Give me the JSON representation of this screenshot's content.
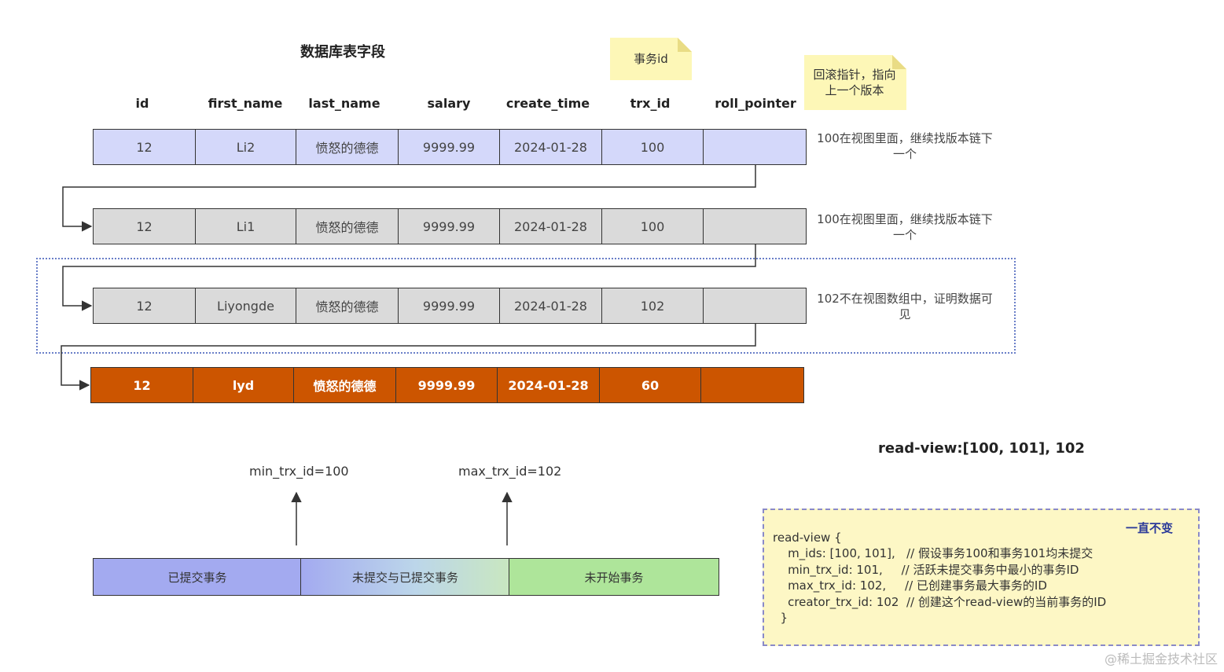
{
  "title": "数据库表字段",
  "headers": [
    "id",
    "first_name",
    "last_name",
    "salary",
    "create_time",
    "trx_id",
    "roll_pointer"
  ],
  "rows": [
    [
      "12",
      "Li2",
      "愤怒的德德",
      "9999.99",
      "2024-01-28",
      "100",
      ""
    ],
    [
      "12",
      "Li1",
      "愤怒的德德",
      "9999.99",
      "2024-01-28",
      "100",
      ""
    ],
    [
      "12",
      "Liyongde",
      "愤怒的德德",
      "9999.99",
      "2024-01-28",
      "102",
      ""
    ],
    [
      "12",
      "lyd",
      "愤怒的德德",
      "9999.99",
      "2024-01-28",
      "60",
      ""
    ]
  ],
  "stickies": {
    "trx": "事务id",
    "roll": "回滚指针，指向上一个版本"
  },
  "notes": [
    "100在视图里面，继续找版本链下一个",
    "100在视图里面，继续找版本链下一个",
    "102不在视图数组中，证明数据可见"
  ],
  "read_view_label": "read-view:[100, 101], 102",
  "read_view_tag": "一直不变",
  "read_view_code": "read-view {\n    m_ids: [100, 101],   // 假设事务100和事务101均未提交\n    min_trx_id: 101,     // 活跃未提交事务中最小的事务ID\n    max_trx_id: 102,     // 已创建事务最大事务的ID\n    creator_trx_id: 102  // 创建这个read-view的当前事务的ID\n  }",
  "markers": {
    "min": "min_trx_id=100",
    "max": "max_trx_id=102"
  },
  "segments": [
    "已提交事务",
    "未提交与已提交事务",
    "未开始事务"
  ],
  "watermark": "@稀土掘金技术社区",
  "colors": {
    "row_blue": "#d4d8fa",
    "row_gray": "#dadada",
    "row_orange": "#cc5500",
    "seg_committed": "#a3aaf0",
    "seg_not_started": "#aee59a"
  }
}
